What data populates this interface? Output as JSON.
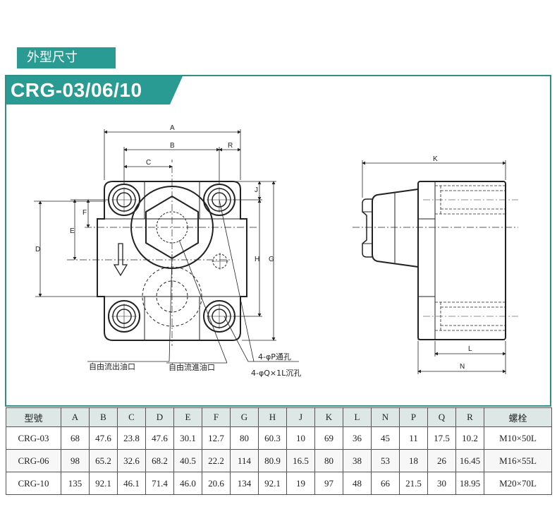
{
  "section_title": "外型尺寸",
  "model_banner": "CRG-03/06/10",
  "drawing": {
    "dim_labels": {
      "A": "A",
      "B": "B",
      "R": "R",
      "C": "C",
      "J": "J",
      "F": "F",
      "E": "E",
      "D": "D",
      "H": "H",
      "G": "G",
      "K": "K",
      "L": "L",
      "N": "N"
    },
    "callouts": {
      "outlet": "自由流出油口",
      "inlet": "自由流進油口",
      "through_hole": "4-φP通孔",
      "counterbore": "4-φQ×1L沉孔"
    }
  },
  "table": {
    "headers": [
      "型號",
      "A",
      "B",
      "C",
      "D",
      "E",
      "F",
      "G",
      "H",
      "J",
      "K",
      "L",
      "N",
      "P",
      "Q",
      "R",
      "螺栓"
    ],
    "rows": [
      [
        "CRG-03",
        "68",
        "47.6",
        "23.8",
        "47.6",
        "30.1",
        "12.7",
        "80",
        "60.3",
        "10",
        "69",
        "36",
        "45",
        "11",
        "17.5",
        "10.2",
        "M10×50L"
      ],
      [
        "CRG-06",
        "98",
        "65.2",
        "32.6",
        "68.2",
        "40.5",
        "22.2",
        "114",
        "80.9",
        "16.5",
        "80",
        "38",
        "53",
        "18",
        "26",
        "16.45",
        "M16×55L"
      ],
      [
        "CRG-10",
        "135",
        "92.1",
        "46.1",
        "71.4",
        "46.0",
        "20.6",
        "134",
        "92.1",
        "19",
        "97",
        "48",
        "66",
        "21.5",
        "30",
        "18.95",
        "M20×70L"
      ]
    ]
  }
}
